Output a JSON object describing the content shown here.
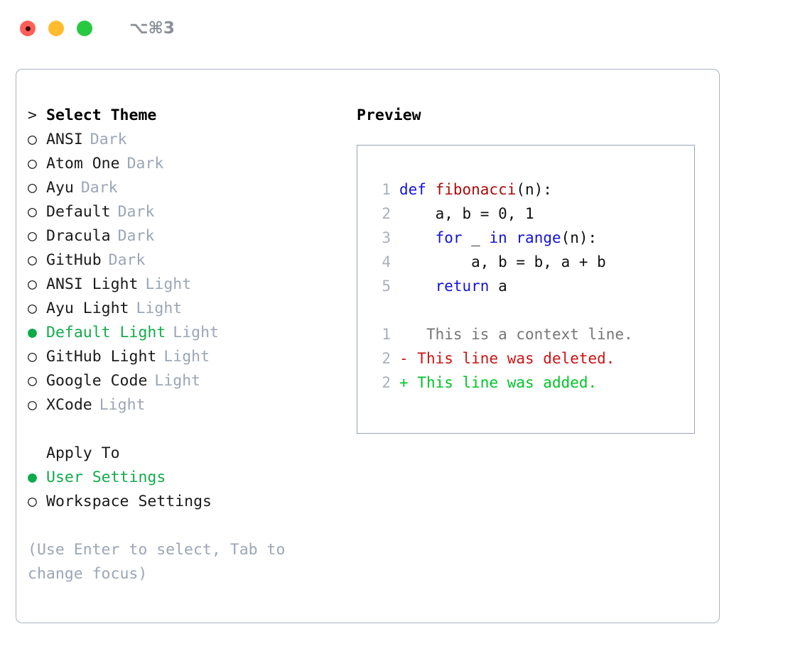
{
  "window": {
    "shortcut": "⌥⌘3",
    "traffic_lights": [
      {
        "name": "close-button",
        "color": "#ff5f57"
      },
      {
        "name": "minimize-button",
        "color": "#febc2e"
      },
      {
        "name": "maximize-button",
        "color": "#28c840"
      }
    ]
  },
  "theme_panel": {
    "header_marker": ">",
    "header_label": "Select Theme",
    "items": [
      {
        "marker": "○",
        "label": "ANSI",
        "tag": "Dark",
        "selected": false
      },
      {
        "marker": "○",
        "label": "Atom One",
        "tag": "Dark",
        "selected": false
      },
      {
        "marker": "○",
        "label": "Ayu",
        "tag": "Dark",
        "selected": false
      },
      {
        "marker": "○",
        "label": "Default",
        "tag": "Dark",
        "selected": false
      },
      {
        "marker": "○",
        "label": "Dracula",
        "tag": "Dark",
        "selected": false
      },
      {
        "marker": "○",
        "label": "GitHub",
        "tag": "Dark",
        "selected": false
      },
      {
        "marker": "○",
        "label": "ANSI Light",
        "tag": "Light",
        "selected": false
      },
      {
        "marker": "○",
        "label": "Ayu Light",
        "tag": "Light",
        "selected": false
      },
      {
        "marker": "●",
        "label": "Default Light",
        "tag": "Light",
        "selected": true
      },
      {
        "marker": "○",
        "label": "GitHub Light",
        "tag": "Light",
        "selected": false
      },
      {
        "marker": "○",
        "label": "Google Code",
        "tag": "Light",
        "selected": false
      },
      {
        "marker": "○",
        "label": "XCode",
        "tag": "Light",
        "selected": false
      }
    ]
  },
  "apply_to": {
    "header_label": "Apply To",
    "items": [
      {
        "marker": "●",
        "label": "User Settings",
        "selected": true
      },
      {
        "marker": "○",
        "label": "Workspace Settings",
        "selected": false
      }
    ]
  },
  "hint": "(Use Enter to select, Tab to\nchange focus)",
  "preview": {
    "title": "Preview",
    "code_lines": [
      {
        "num": "1",
        "tokens": [
          {
            "t": "def ",
            "c": "kw"
          },
          {
            "t": "fibonacci",
            "c": "fn"
          },
          {
            "t": "(n):",
            "c": "pl"
          }
        ]
      },
      {
        "num": "2",
        "tokens": [
          {
            "t": "    a, b = 0, 1",
            "c": "pl"
          }
        ]
      },
      {
        "num": "3",
        "tokens": [
          {
            "t": "    ",
            "c": "pl"
          },
          {
            "t": "for",
            "c": "kw"
          },
          {
            "t": " _ ",
            "c": "pl"
          },
          {
            "t": "in",
            "c": "kw"
          },
          {
            "t": " ",
            "c": "pl"
          },
          {
            "t": "range",
            "c": "kw"
          },
          {
            "t": "(n):",
            "c": "pl"
          }
        ]
      },
      {
        "num": "4",
        "tokens": [
          {
            "t": "        a, b = b, a + b",
            "c": "pl"
          }
        ]
      },
      {
        "num": "5",
        "tokens": [
          {
            "t": "    ",
            "c": "pl"
          },
          {
            "t": "return",
            "c": "kw"
          },
          {
            "t": " a",
            "c": "pl"
          }
        ]
      }
    ],
    "diff_lines": [
      {
        "num": "1",
        "sign": " ",
        "text": "  This is a context line.",
        "kind": "ctx"
      },
      {
        "num": "2",
        "sign": "-",
        "text": " This line was deleted.",
        "kind": "del"
      },
      {
        "num": "2",
        "sign": "+",
        "text": " This line was added.",
        "kind": "add"
      }
    ]
  },
  "colors": {
    "selected_green": "#13ab4c",
    "tag_grey": "#9ba6b6",
    "hint_grey": "#9ba6b6",
    "keyword_blue": "#1414d6",
    "function_red": "#a80d0d",
    "diff_delete_red": "#cc1414",
    "diff_add_green": "#00c42a",
    "border_grey": "#aab3c0"
  }
}
